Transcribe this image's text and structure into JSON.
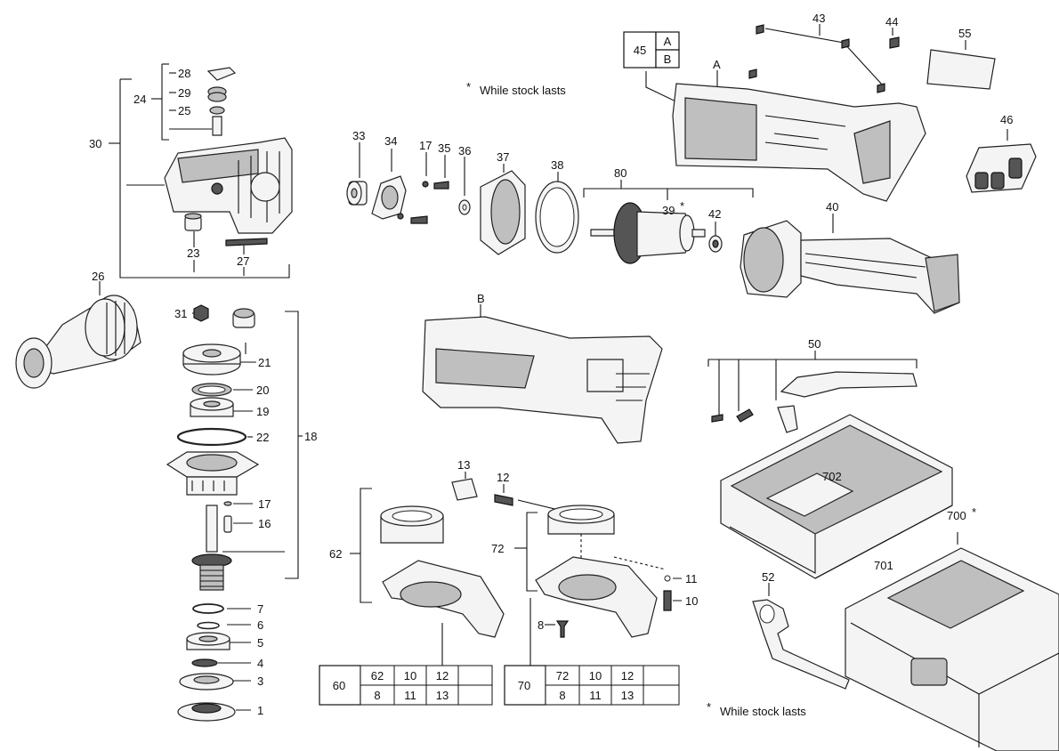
{
  "notes": {
    "top": "While stock lasts",
    "bottom": "While stock lasts",
    "star": "*"
  },
  "labels": {
    "n1": "1",
    "n3": "3",
    "n4": "4",
    "n5": "5",
    "n6": "6",
    "n7": "7",
    "n8": "8",
    "n10": "10",
    "n11": "11",
    "n12": "12",
    "n13": "13",
    "n16": "16",
    "n17a": "17",
    "n17b": "17",
    "n18": "18",
    "n19": "19",
    "n20": "20",
    "n21": "21",
    "n22": "22",
    "n23": "23",
    "n24": "24",
    "n25": "25",
    "n26": "26",
    "n27": "27",
    "n28": "28",
    "n29": "29",
    "n30": "30",
    "n31": "31",
    "n33": "33",
    "n34": "34",
    "n35": "35",
    "n36": "36",
    "n37": "37",
    "n38": "38",
    "n39": "39",
    "n40": "40",
    "n42": "42",
    "n43": "43",
    "n44": "44",
    "n46": "46",
    "n50": "50",
    "n52": "52",
    "n55": "55",
    "n62": "62",
    "n72": "72",
    "n80": "80",
    "n700": "700",
    "n701": "701",
    "n702": "702",
    "A": "A",
    "B": "B"
  },
  "box45": {
    "num": "45",
    "a": "A",
    "b": "B"
  },
  "table60": {
    "id": "60",
    "row1": [
      "62",
      "10",
      "12",
      ""
    ],
    "row2": [
      "8",
      "11",
      "13",
      ""
    ]
  },
  "table70": {
    "id": "70",
    "row1": [
      "72",
      "10",
      "12",
      ""
    ],
    "row2": [
      "8",
      "11",
      "13",
      ""
    ]
  }
}
